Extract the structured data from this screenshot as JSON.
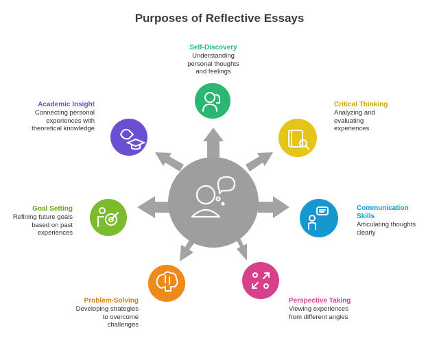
{
  "title": "Purposes of Reflective Essays",
  "colors": {
    "hub": "#9e9e9e",
    "arrow": "#a3a3a3",
    "self_discovery": "#2bb673",
    "critical_thinking": "#e5c618",
    "communication": "#1597cf",
    "perspective": "#d9408c",
    "problem_solving": "#ec8a1c",
    "goal_setting": "#7cba2e",
    "academic_insight": "#6b4fd3"
  },
  "nodes": [
    {
      "key": "self_discovery",
      "title": "Self-Discovery",
      "desc": "Understanding\npersonal thoughts\nand feelings",
      "icon": "person-head-icon",
      "color": "#2bb673"
    },
    {
      "key": "critical_thinking",
      "title": "Critical Thinking",
      "desc": "Analyzing and\nevaluating\nexperiences",
      "icon": "book-magnifier-icon",
      "color": "#c9a800"
    },
    {
      "key": "communication",
      "title": "Communication\nSkills",
      "desc": "Articulating thoughts\nclearly",
      "icon": "person-speech-icon",
      "color": "#1597cf"
    },
    {
      "key": "perspective",
      "title": "Perspective Taking",
      "desc": "Viewing experiences\nfrom different angles",
      "icon": "arrows-diverge-icon",
      "color": "#d9408c"
    },
    {
      "key": "problem_solving",
      "title": "Problem-Solving",
      "desc": "Developing strategies\nto overcome\nchallenges",
      "icon": "brain-lightbulb-icon",
      "color": "#e07a10"
    },
    {
      "key": "goal_setting",
      "title": "Goal Setting",
      "desc": "Refining future goals\nbased on past\nexperiences",
      "icon": "person-target-icon",
      "color": "#6aa61f"
    },
    {
      "key": "academic_insight",
      "title": "Academic Insight",
      "desc": "Connecting personal\nexperiences with\ntheoretical knowledge",
      "icon": "graduation-cap-icon",
      "color": "#6b4fd3"
    }
  ],
  "hub_icon": "thinking-person-icon"
}
